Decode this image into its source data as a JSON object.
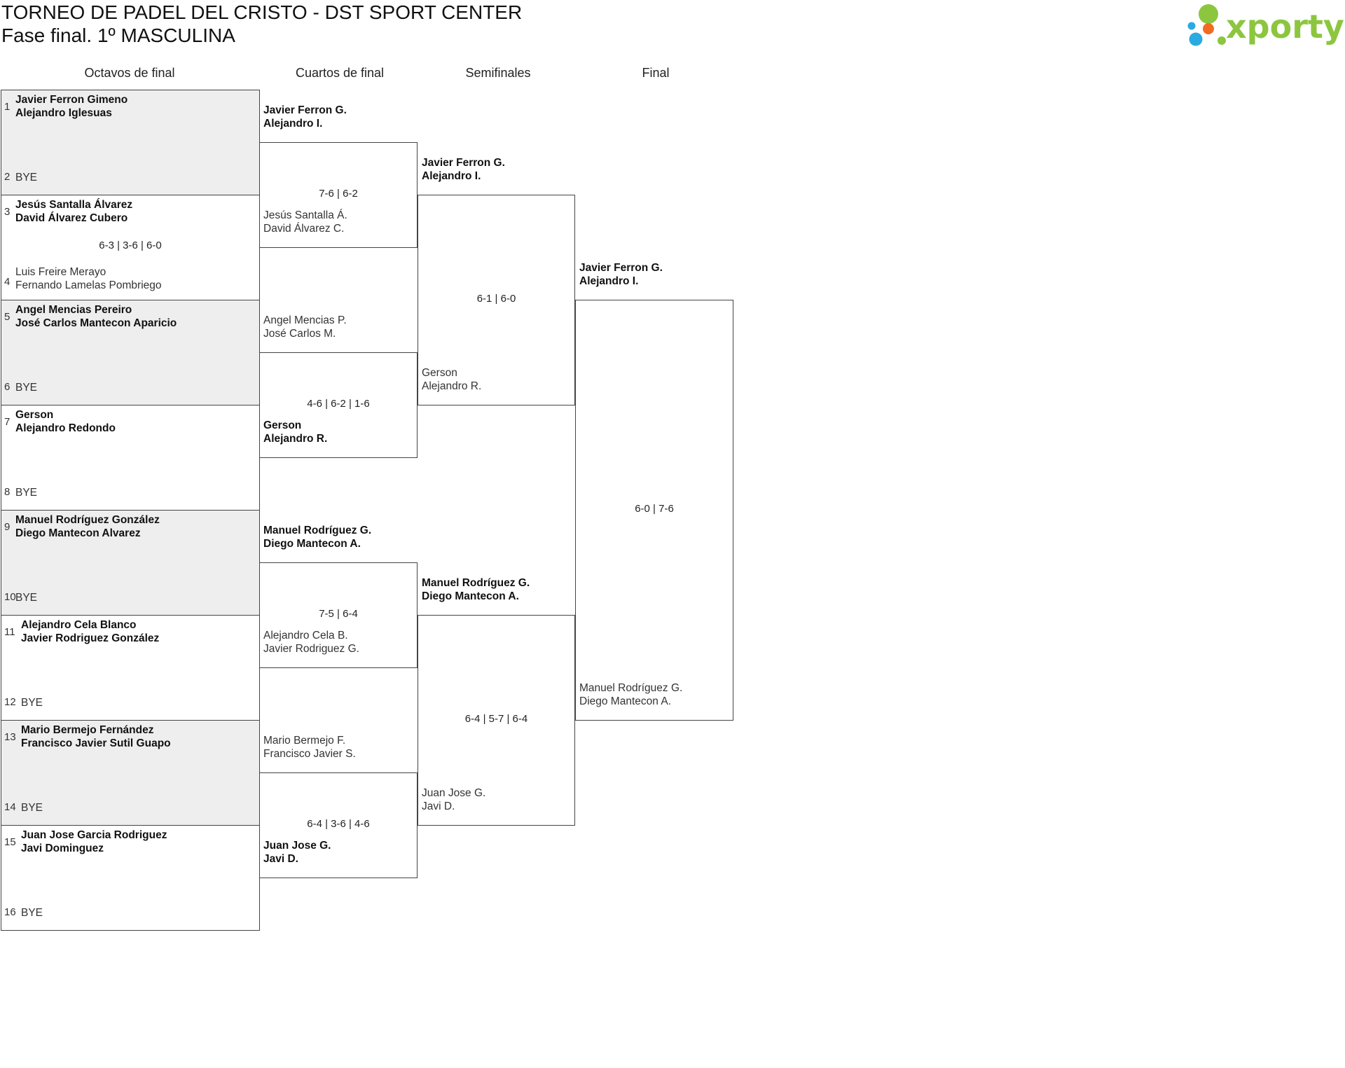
{
  "header": {
    "title": "TORNEO DE PADEL DEL CRISTO - DST SPORT CENTER",
    "subtitle": "Fase final. 1º MASCULINA"
  },
  "logo": {
    "text": "xporty",
    "colors": {
      "green": "#8cc63f",
      "orange": "#f26b21",
      "blue": "#29abe2"
    }
  },
  "rounds": [
    "Octavos de final",
    "Cuartos de final",
    "Semifinales",
    "Final"
  ],
  "octavos": [
    {
      "top": {
        "seed": "1",
        "players": [
          "Javier Ferron Gimeno",
          "Alejandro Iglesuas"
        ]
      },
      "bottom": {
        "seed": "2",
        "players": [
          "BYE"
        ]
      },
      "winner": "top",
      "score": ""
    },
    {
      "top": {
        "seed": "3",
        "players": [
          "Jesús Santalla Álvarez",
          "David Álvarez Cubero"
        ]
      },
      "bottom": {
        "seed": "4",
        "players": [
          "Luis Freire Merayo",
          "Fernando Lamelas Pombriego"
        ]
      },
      "winner": "top",
      "score": "6-3 | 3-6 | 6-0"
    },
    {
      "top": {
        "seed": "5",
        "players": [
          "Angel Mencias Pereiro",
          "José Carlos Mantecon Aparicio"
        ]
      },
      "bottom": {
        "seed": "6",
        "players": [
          "BYE"
        ]
      },
      "winner": "top",
      "score": ""
    },
    {
      "top": {
        "seed": "7",
        "players": [
          "Gerson",
          "Alejandro Redondo"
        ]
      },
      "bottom": {
        "seed": "8",
        "players": [
          "BYE"
        ]
      },
      "winner": "top",
      "score": ""
    },
    {
      "top": {
        "seed": "9",
        "players": [
          "Manuel Rodríguez González",
          "Diego Mantecon Alvarez"
        ]
      },
      "bottom": {
        "seed": "10",
        "players": [
          "BYE"
        ]
      },
      "winner": "top",
      "score": ""
    },
    {
      "top": {
        "seed": "11",
        "players": [
          "Alejandro Cela Blanco",
          "Javier Rodriguez González"
        ]
      },
      "bottom": {
        "seed": "12",
        "players": [
          "BYE"
        ]
      },
      "winner": "top",
      "score": ""
    },
    {
      "top": {
        "seed": "13",
        "players": [
          "Mario Bermejo Fernández",
          "Francisco Javier Sutil Guapo"
        ]
      },
      "bottom": {
        "seed": "14",
        "players": [
          "BYE"
        ]
      },
      "winner": "top",
      "score": ""
    },
    {
      "top": {
        "seed": "15",
        "players": [
          "Juan Jose Garcia Rodriguez",
          "Javi Dominguez"
        ]
      },
      "bottom": {
        "seed": "16",
        "players": [
          "BYE"
        ]
      },
      "winner": "top",
      "score": ""
    }
  ],
  "cuartos": [
    {
      "top": [
        "Javier Ferron G.",
        "Alejandro I."
      ],
      "bottom": [
        "Jesús Santalla Á.",
        "David Álvarez C."
      ],
      "winner": "top",
      "score": "7-6 | 6-2"
    },
    {
      "top": [
        "Angel Mencias P.",
        "José Carlos M."
      ],
      "bottom": [
        "Gerson",
        "Alejandro R."
      ],
      "winner": "bottom",
      "score": "4-6 | 6-2 | 1-6"
    },
    {
      "top": [
        "Manuel Rodríguez G.",
        "Diego Mantecon A."
      ],
      "bottom": [
        "Alejandro Cela B.",
        "Javier Rodriguez G."
      ],
      "winner": "top",
      "score": "7-5 | 6-4"
    },
    {
      "top": [
        "Mario Bermejo F.",
        "Francisco Javier S."
      ],
      "bottom": [
        "Juan Jose G.",
        "Javi D."
      ],
      "winner": "bottom",
      "score": "6-4 | 3-6 | 4-6"
    }
  ],
  "semifinales": [
    {
      "top": [
        "Javier Ferron G.",
        "Alejandro I."
      ],
      "bottom": [
        "Gerson",
        "Alejandro R."
      ],
      "winner": "top",
      "score": "6-1 | 6-0"
    },
    {
      "top": [
        "Manuel Rodríguez G.",
        "Diego Mantecon A."
      ],
      "bottom": [
        "Juan Jose G.",
        "Javi D."
      ],
      "winner": "top",
      "score": "6-4 | 5-7 | 6-4"
    }
  ],
  "final": [
    {
      "top": [
        "Javier Ferron G.",
        "Alejandro I."
      ],
      "bottom": [
        "Manuel Rodríguez G.",
        "Diego Mantecon A."
      ],
      "winner": "top",
      "score": "6-0 | 7-6"
    }
  ]
}
